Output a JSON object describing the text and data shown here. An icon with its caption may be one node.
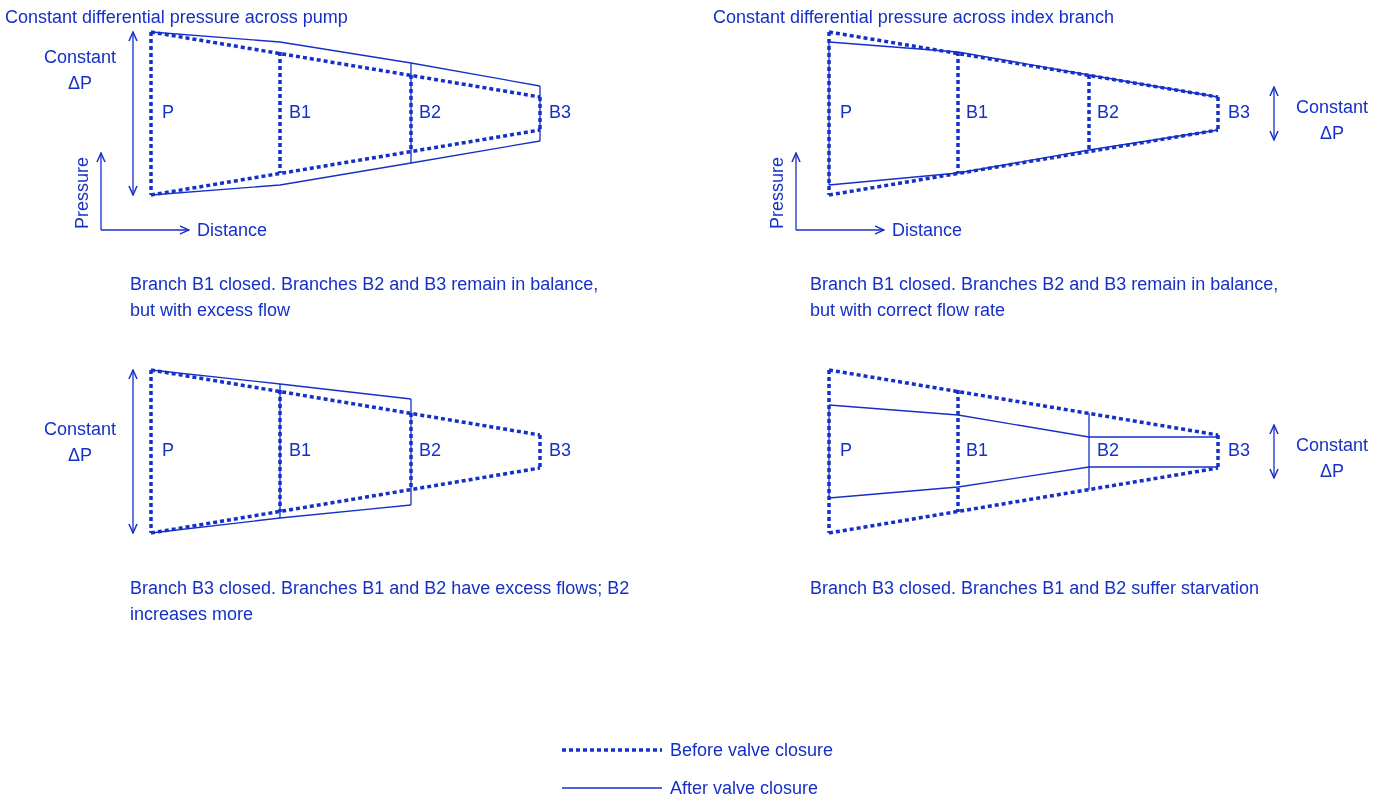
{
  "diagram": {
    "labels": [
      "Constant differential pressure across pump",
      "Constant differential pressure across index branch",
      "Constant ΔP",
      "P",
      "B1",
      "B2",
      "B3",
      "P",
      "B1",
      "B2",
      "B3",
      "Constant ΔP",
      "Pressure",
      "Distance",
      "Pressure",
      "Distance",
      "Branch B1 closed. Branches B2 and B3 remain in balance, but with excess flow",
      "Branch B1 closed. Branches B2 and B3 remain in balance, but with correct flow rate",
      "Constant ΔP",
      "P",
      "B1",
      "B2",
      "B3",
      "P",
      "B1",
      "B2",
      "B3",
      "Constant ΔP",
      "Branch B3 closed. Branches B1 and B2 have excess flows; B2 increases more",
      "Branch B3 closed. Branches B1 and B2 suffer starvation"
    ],
    "legend": [
      {
        "text": "Before valve closure"
      },
      {
        "text": "After valve closure"
      }
    ]
  }
}
